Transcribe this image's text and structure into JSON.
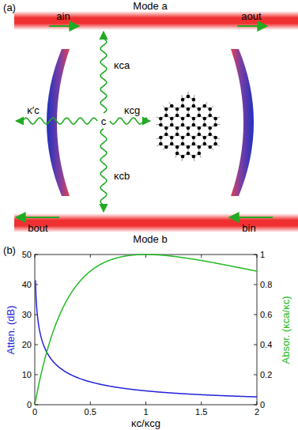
{
  "diagram": {
    "nodes": [
      {
        "text": [
          "Mode a",
          "ain",
          "aout"
        ]
      },
      {
        "text": [
          "bout",
          "bin",
          "Mode b"
        ]
      }
    ],
    "labels": [
      "(a)",
      "κca",
      "κ′c",
      "c",
      "κcg",
      "κcb",
      "(b)",
      "0",
      "10",
      "20",
      "30",
      "40",
      "50",
      "0",
      "0.2",
      "0.4",
      "0.6",
      "0.8",
      "1",
      "0",
      "0.5",
      "1",
      "1.5",
      "2",
      "Atten. (dB)",
      "Absor. (κca/κc)",
      "κc/κcg"
    ]
  }
}
